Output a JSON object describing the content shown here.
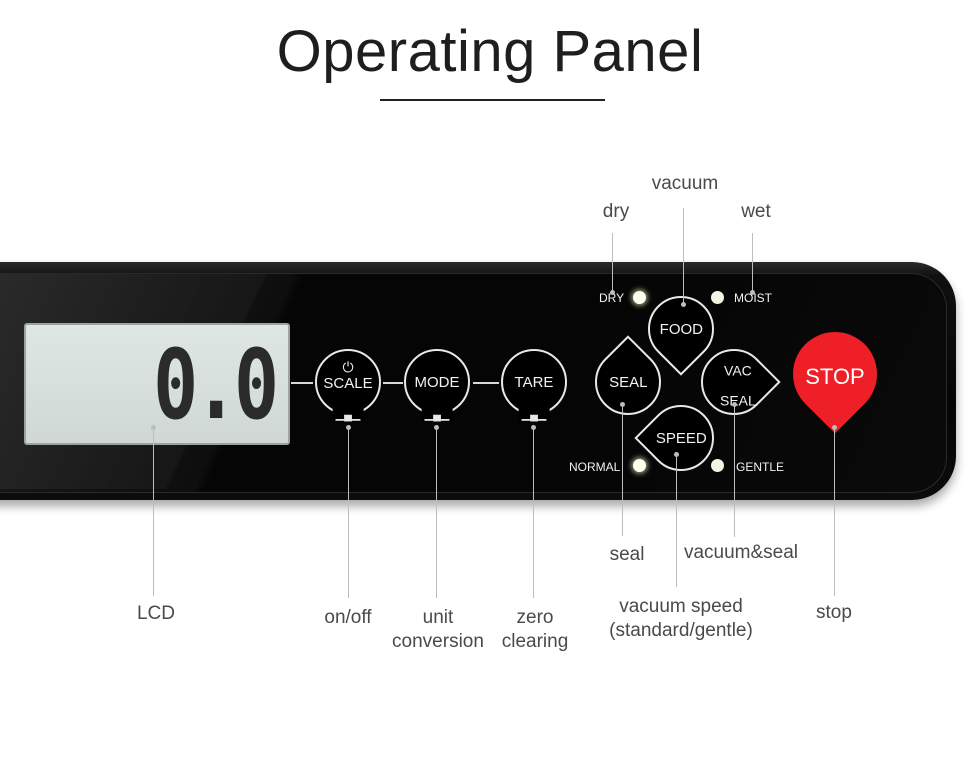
{
  "title": "Operating Panel",
  "display": {
    "reading": "0.0"
  },
  "buttons": {
    "scale": {
      "icon": "power-icon",
      "label": "SCALE"
    },
    "mode": {
      "label": "MODE"
    },
    "tare": {
      "label": "TARE"
    },
    "food": {
      "label": "FOOD"
    },
    "seal": {
      "label": "SEAL"
    },
    "vac_seal": {
      "line1": "VAC",
      "line2": "SEAL"
    },
    "speed": {
      "label": "SPEED"
    },
    "stop": {
      "label": "STOP",
      "color": "#ee1f26"
    }
  },
  "indicators": {
    "dry": "DRY",
    "moist": "MOIST",
    "normal": "NORMAL",
    "gentle": "GENTLE"
  },
  "callouts": {
    "vacuum": "vacuum",
    "dry": "dry",
    "wet": "wet",
    "lcd": "LCD",
    "on_off": "on/off",
    "unit_conversion_1": "unit",
    "unit_conversion_2": "conversion",
    "zero_clearing_1": "zero",
    "zero_clearing_2": "clearing",
    "seal": "seal",
    "vacuum_seal": "vacuum&seal",
    "vacuum_speed_1": "vacuum speed",
    "vacuum_speed_2": "(standard/gentle)",
    "stop": "stop"
  },
  "icons": [
    "power-icon",
    "scale-icon"
  ]
}
